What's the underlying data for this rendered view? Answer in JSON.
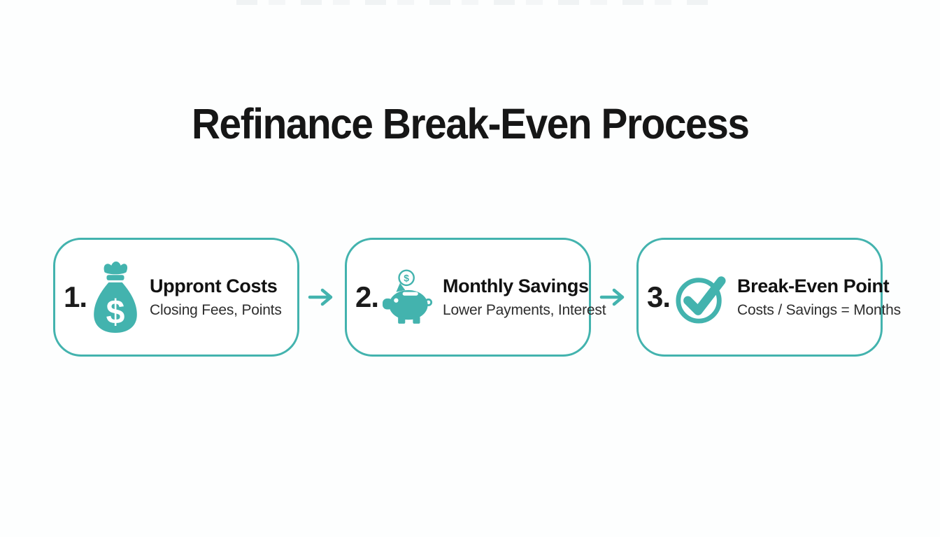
{
  "page": {
    "title": "Refinance Break-Even Process"
  },
  "colors": {
    "accent_teal": "#43b3ae",
    "title_black": "#161616",
    "subtitle_gray": "#2d2d2d",
    "background": "#fdfefe",
    "icon_glyph_white": "#ffffff"
  },
  "steps": [
    {
      "number": "1.",
      "icon": "money-bag-icon",
      "icon_glyph": "$",
      "title": "Uppront Costs",
      "subtitle": "Closing Fees, Points"
    },
    {
      "number": "2.",
      "icon": "piggy-bank-icon",
      "icon_glyph": "$",
      "title": "Monthly Savings",
      "subtitle": "Lower Payments, Interest"
    },
    {
      "number": "3.",
      "icon": "check-circle-icon",
      "title": "Break-Even Point",
      "subtitle": "Costs / Savings = Months"
    }
  ]
}
